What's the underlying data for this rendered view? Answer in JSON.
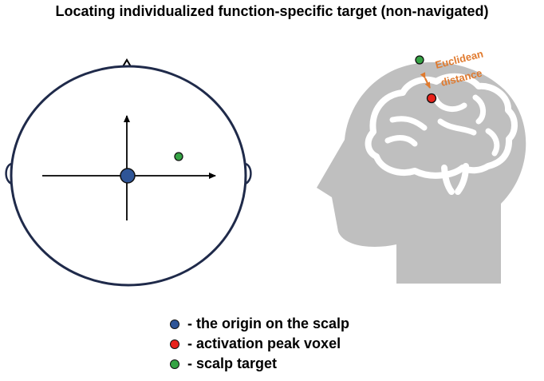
{
  "title": "Locating individualized function-specific target (non-navigated)",
  "annotation": {
    "line1": "Euclidean",
    "line2": "distance"
  },
  "legend": {
    "items": [
      {
        "key": "origin",
        "label": "- the origin on the scalp",
        "color": "#2f5597"
      },
      {
        "key": "peak",
        "label": "- activation peak voxel",
        "color": "#e8221b"
      },
      {
        "key": "target",
        "label": "- scalp target",
        "color": "#35a344"
      }
    ]
  },
  "colors": {
    "head_outline": "#1f2a4a",
    "origin": "#2f5597",
    "scalp_target": "#35a344",
    "activation_peak": "#e8221b",
    "distance_arrow": "#e07a2e",
    "head_silhouette": "#bfbfbf",
    "brain_lines": "#ffffff"
  }
}
